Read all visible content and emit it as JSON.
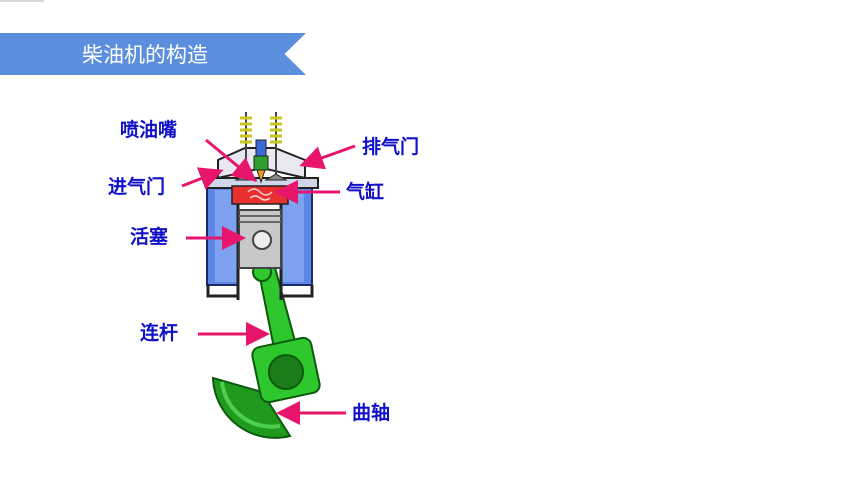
{
  "slide": {
    "title": "柴油机的构造"
  },
  "diagram": {
    "labels": {
      "injector": "喷油嘴",
      "exhaust_valve": "排气门",
      "intake_valve": "进气门",
      "cylinder": "气缸",
      "piston": "活塞",
      "connecting_rod": "连杆",
      "crankshaft": "曲轴"
    },
    "colors": {
      "label_text": "#1010c8",
      "arrow": "#e8156c",
      "cylinder_blue": "#5b86e6",
      "combustion_red": "#e83030",
      "rod_green": "#2ec82e",
      "crank_green": "#1f9a1f",
      "piston_gray": "#c8c8c8",
      "banner": "#5b8fde"
    }
  }
}
